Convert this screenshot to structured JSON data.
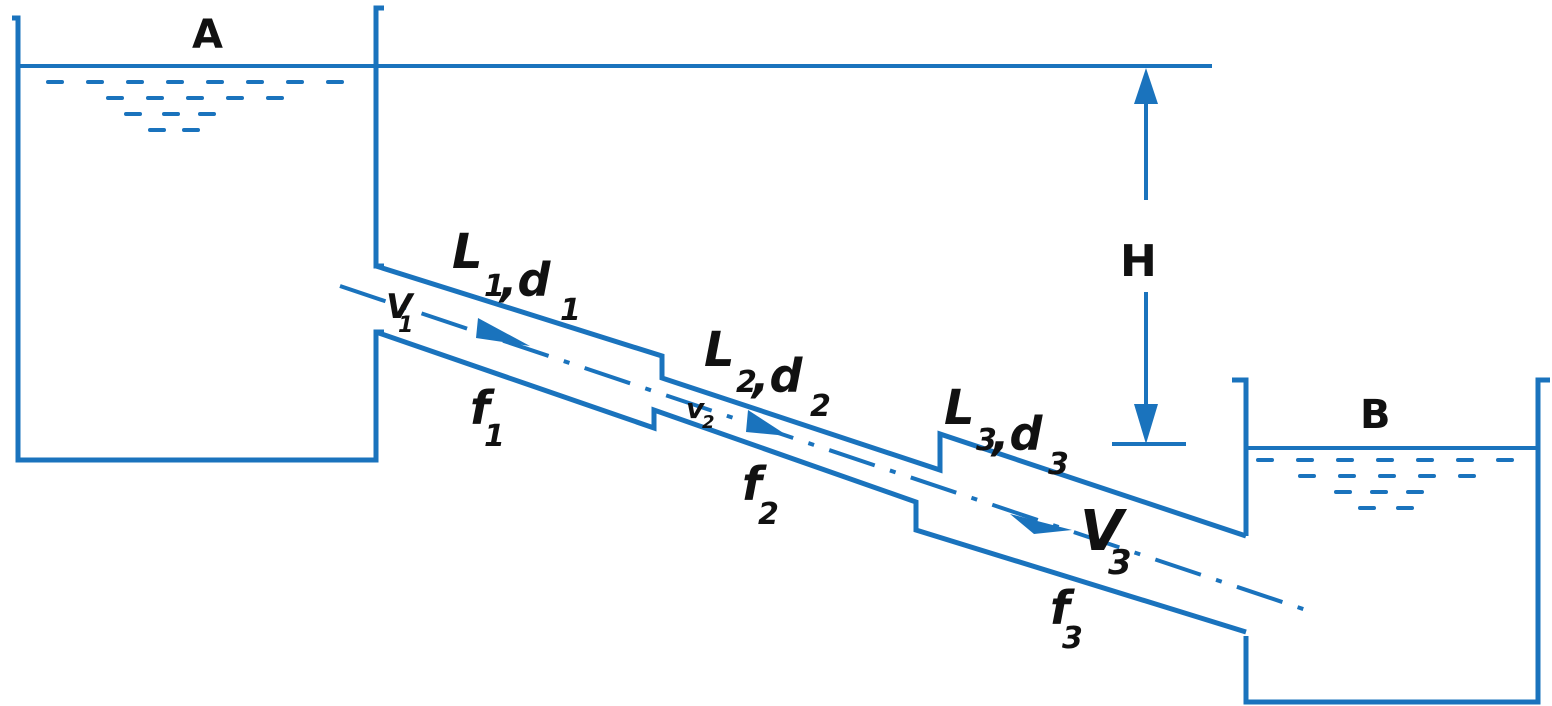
{
  "labels": {
    "tank_a": "A",
    "tank_b": "B",
    "head": "H",
    "pipe1": {
      "main": "L",
      "sub1": "1",
      "sep": ",d",
      "sub2": "1"
    },
    "pipe2": {
      "main": "L",
      "sub1": "2",
      "sep": ",d",
      "sub2": "2"
    },
    "pipe3": {
      "main": "L",
      "sub1": "3",
      "sep": ",d",
      "sub2": "3"
    },
    "v1": {
      "main": "V",
      "sub": "1"
    },
    "v2": {
      "main": "v",
      "sub": "2"
    },
    "v3": {
      "main": "V",
      "sub": "3"
    },
    "f1": {
      "main": "f",
      "sub": "1"
    },
    "f2": {
      "main": "f",
      "sub": "2"
    },
    "f3": {
      "main": "f",
      "sub": "3"
    }
  },
  "colors": {
    "line": "#1a73bd",
    "text": "#111111",
    "background": "#ffffff"
  }
}
